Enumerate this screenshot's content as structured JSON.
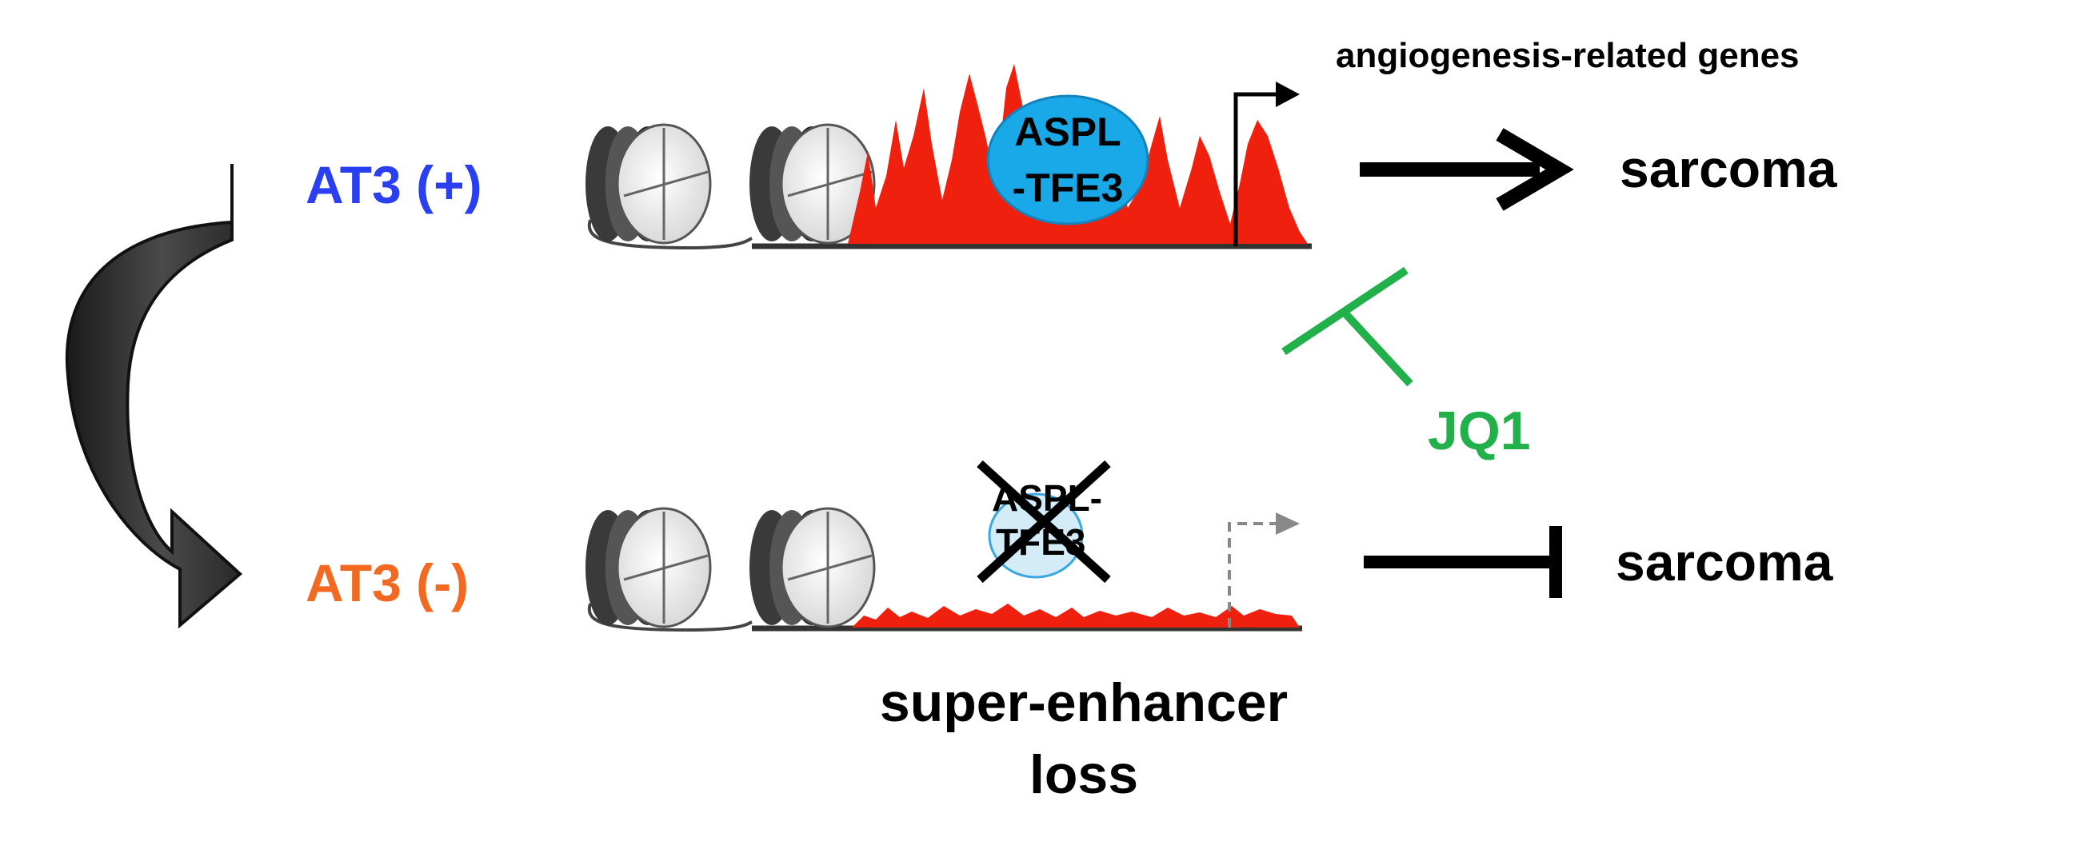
{
  "top_state": {
    "label": "AT3 (+)",
    "color": "#2a3ff0"
  },
  "bottom_state": {
    "label": "AT3 (-)",
    "color": "#f26a22"
  },
  "target_genes": "angiogenesis-related genes",
  "fusion_protein_top": {
    "line1": "ASPL",
    "line2": "-TFE3",
    "fill": "#1aa9e8"
  },
  "fusion_protein_bottom": {
    "line1": "ASPL-",
    "line2": "TFE3",
    "fill": "#d4ecf8"
  },
  "outcome_top": "sarcoma",
  "outcome_bottom": "sarcoma",
  "inhibitor": {
    "label": "JQ1",
    "color": "#22b04a"
  },
  "enhancer_result": {
    "line1": "super-enhancer",
    "line2": "loss"
  },
  "signal_color": "#f0200e"
}
